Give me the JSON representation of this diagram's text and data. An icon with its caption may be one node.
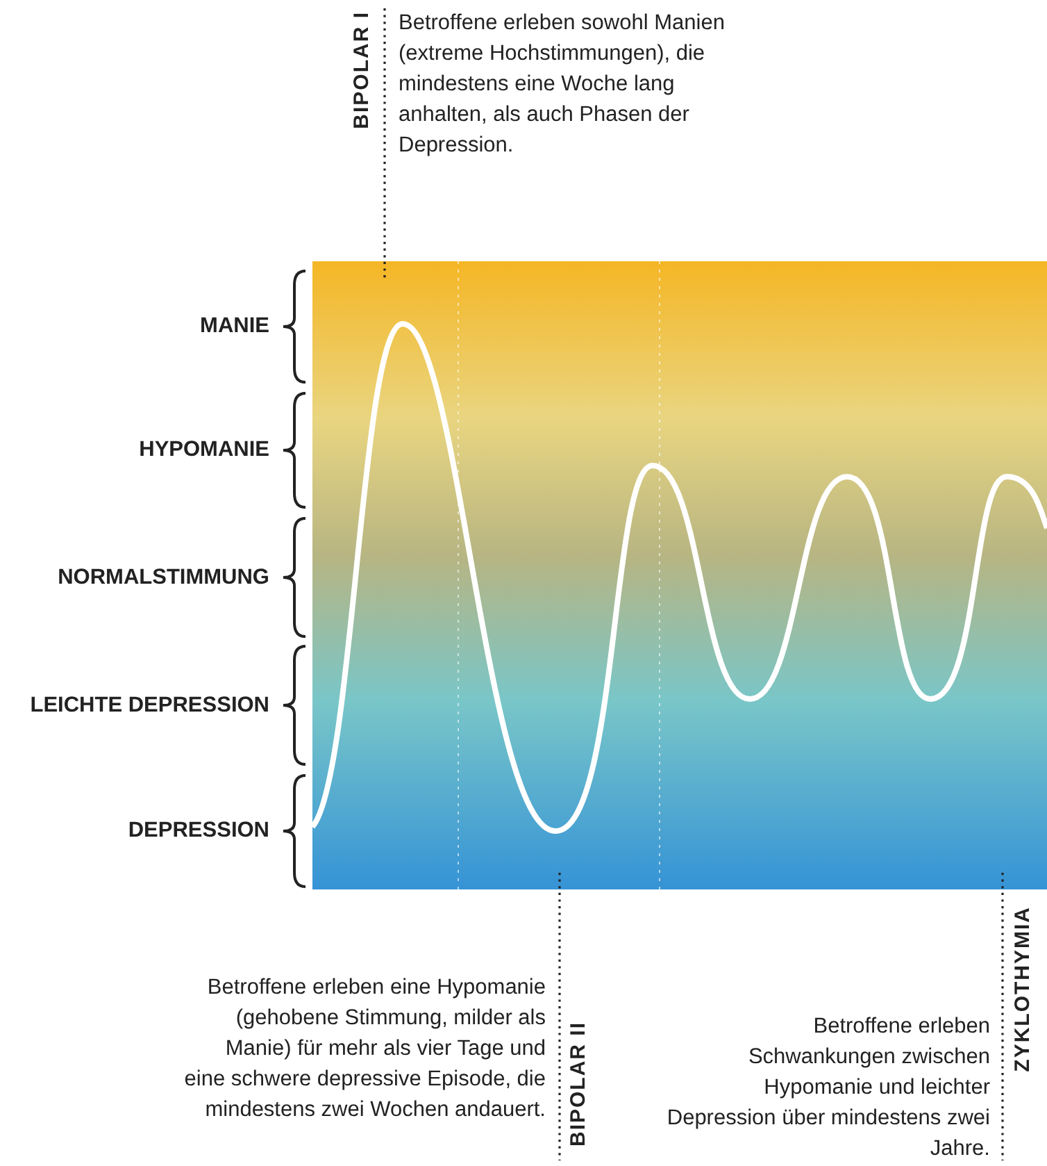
{
  "diagram": {
    "nodes": [
      {
        "text": [
          "BIPOLAR I"
        ],
        "beside": [
          "Betroffene erleben sowohl Manien (extreme Hochstimmungen), die mindestens eine Woche lang anhalten, als auch Phasen der Depression."
        ]
      },
      {
        "text": [
          "BIPOLAR II"
        ],
        "beside": [
          "Betroffene erleben eine Hypomanie (gehobene Stimmung, milder als Manie) für mehr als vier Tage und eine schwere depressive Episode, die mindestens zwei Wochen andauert."
        ]
      },
      {
        "text": [
          "ZYKLOTHYMIA"
        ],
        "beside": [
          "Betroffene erleben Schwankungen zwischen Hypomanie und leichter Depression über mindestens zwei Jahre."
        ]
      }
    ],
    "edges": [
      {
        "from": 0,
        "to": null,
        "arrow": "none",
        "style": "dashed"
      },
      {
        "from": 1,
        "to": null,
        "arrow": "none",
        "style": "dashed"
      },
      {
        "from": 2,
        "to": null,
        "arrow": "none",
        "style": "dashed"
      }
    ],
    "labels": [
      "MANIE",
      "HYPOMANIE",
      "NORMALSTIMMUNG",
      "LEICHTE DEPRESSION",
      "DEPRESSION"
    ]
  }
}
